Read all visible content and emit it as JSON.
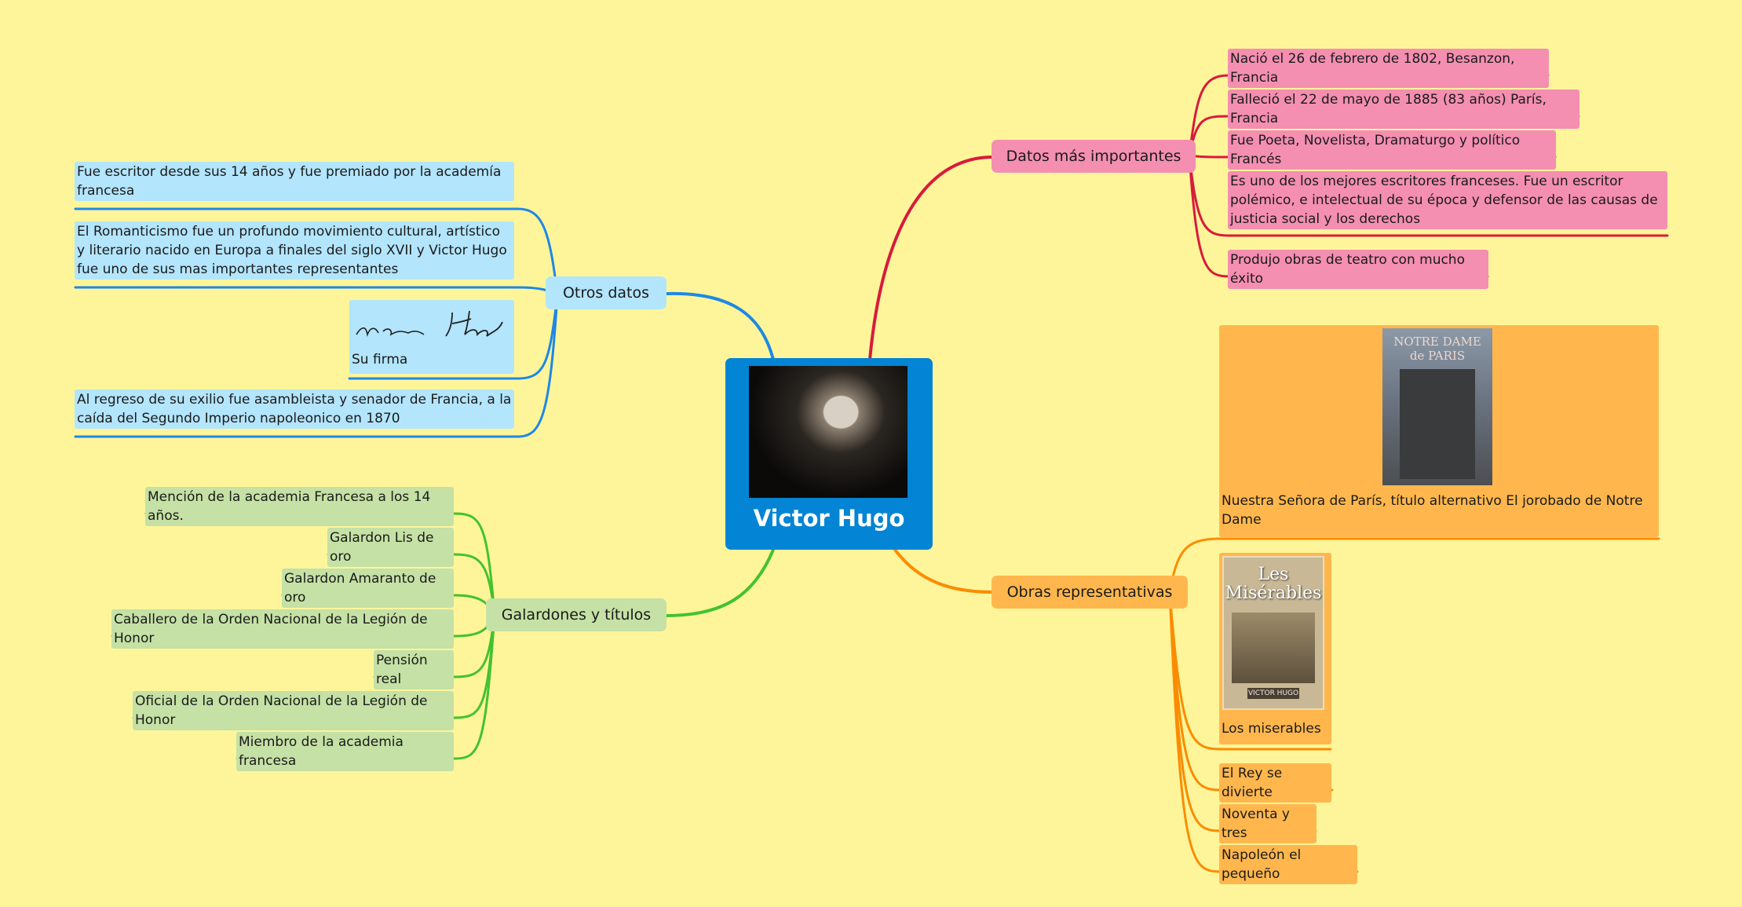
{
  "center": {
    "title": "Victor Hugo"
  },
  "branches": {
    "datos": {
      "label": "Datos más importantes",
      "color": "#d81b3c",
      "items": [
        "Nació el 26 de febrero de 1802, Besanzon, Francia",
        "Falleció el 22 de mayo de 1885 (83 años) París, Francia",
        "Fue Poeta, Novelista, Dramaturgo y político Francés",
        "Es uno de los mejores escritores franceses. Fue un escritor polémico, e intelectual de su época y defensor de las causas de justicia social y los derechos",
        "Produjo obras de teatro con mucho éxito"
      ]
    },
    "obras": {
      "label": "Obras representativas",
      "color": "#fb8c00",
      "items": [
        "Nuestra Señora de París, título alternativo El jorobado de Notre Dame",
        "Los miserables",
        "El Rey se divierte",
        "Noventa y tres",
        "Napoleón el pequeño"
      ],
      "book1": {
        "line1": "NOTRE DAME",
        "line2": "de PARIS"
      },
      "book2": {
        "title": "Les Misérables",
        "author": "VICTOR HUGO"
      }
    },
    "otros": {
      "label": "Otros datos",
      "color": "#1e88e5",
      "items": [
        "Fue escritor desde sus 14 años y fue premiado por la academía francesa",
        "El Romanticismo fue un profundo movimiento cultural, artístico y literario nacido en Europa a finales del siglo XVII y Victor Hugo fue uno de sus mas importantes representantes",
        "Su firma",
        "Al regreso de su exilio fue asambleista y senador de Francia, a la caída del Segundo Imperio napoleonico en 1870"
      ]
    },
    "galardones": {
      "label": "Galardones y títulos",
      "color": "#43c22f",
      "items": [
        "Mención de la academia Francesa a los 14 años.",
        "Galardon Lis de oro",
        "Galardon Amaranto de oro",
        "Caballero de la Orden Nacional de la Legión de Honor",
        "Pensión real",
        "Oficial de la Orden Nacional de la Legión de Honor",
        "Miembro de la academia francesa"
      ]
    }
  }
}
